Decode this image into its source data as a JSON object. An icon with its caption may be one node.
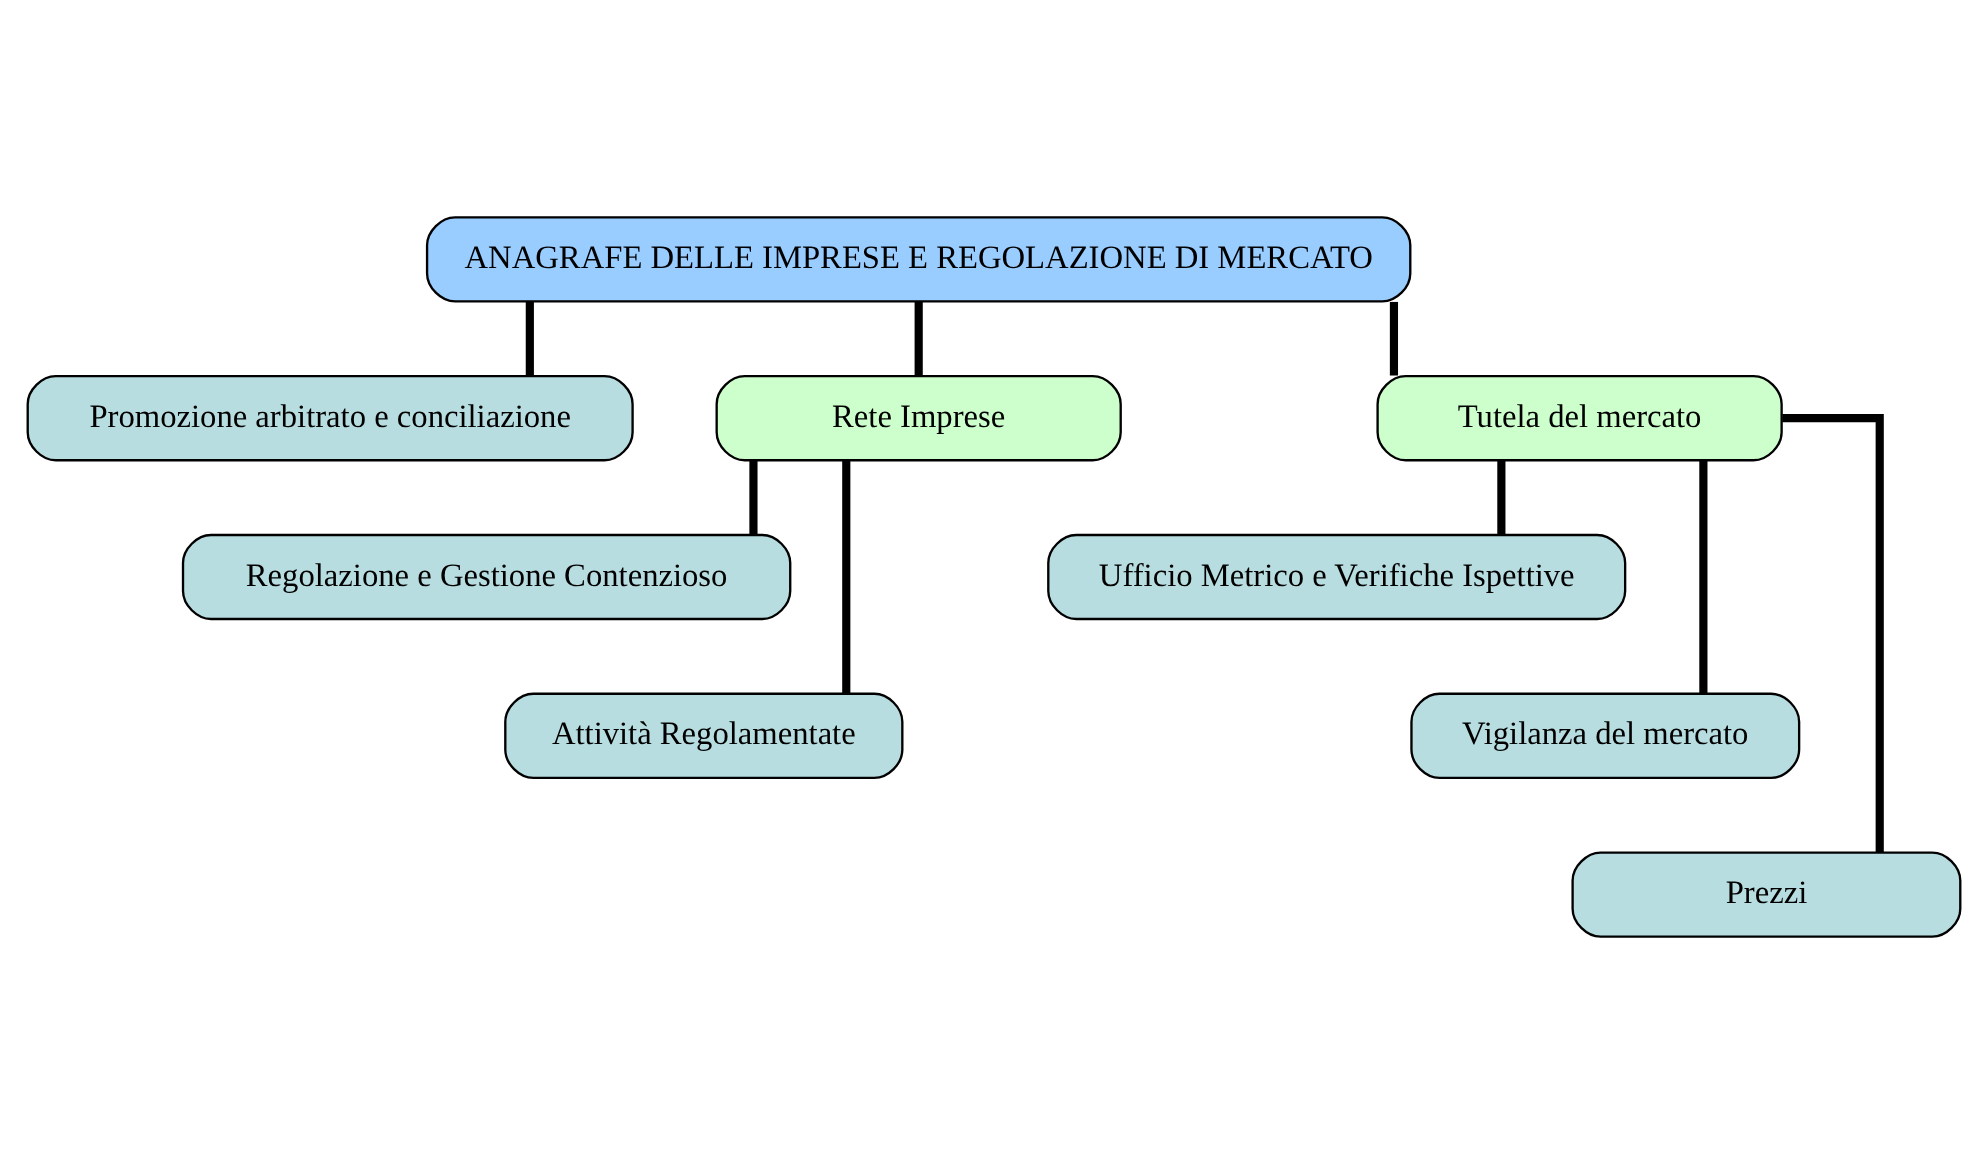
{
  "diagram": {
    "nodes": [
      {
        "text": [
          "ANAGRAFE DELLE IMPRESE E REGOLAZIONE DI MERCATO"
        ]
      },
      {
        "text": [
          "Promozione arbitrato e conciliazione"
        ]
      },
      {
        "text": [
          "Rete Imprese"
        ]
      },
      {
        "text": [
          "Tutela del mercato"
        ]
      },
      {
        "text": [
          "Regolazione e Gestione Contenzioso"
        ]
      },
      {
        "text": [
          "Attività Regolamentate"
        ]
      },
      {
        "text": [
          "Ufficio Metrico e Verifiche Ispettive"
        ]
      },
      {
        "text": [
          "Vigilanza del mercato"
        ]
      },
      {
        "text": [
          "Prezzi"
        ]
      }
    ],
    "edges": [
      {
        "from": 0,
        "to": 1,
        "arrow": "none"
      },
      {
        "from": 0,
        "to": 2,
        "arrow": "none"
      },
      {
        "from": 0,
        "to": 3,
        "arrow": "none"
      },
      {
        "from": 2,
        "to": 4,
        "arrow": "none"
      },
      {
        "from": 2,
        "to": 5,
        "arrow": "none"
      },
      {
        "from": 3,
        "to": 6,
        "arrow": "none"
      },
      {
        "from": 3,
        "to": 7,
        "arrow": "none"
      },
      {
        "from": 3,
        "to": 8,
        "arrow": "none"
      }
    ]
  }
}
